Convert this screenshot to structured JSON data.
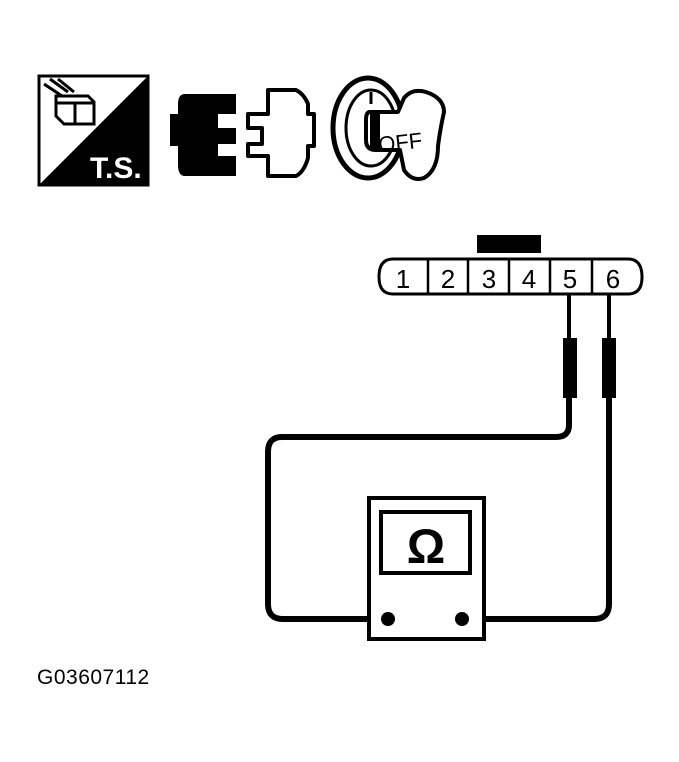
{
  "icons": {
    "trouble_symptom": {
      "name": "trouble-symptom-icon",
      "label": "T.S."
    },
    "connector": {
      "name": "disconnected-connector-icon"
    },
    "ignition": {
      "name": "ignition-key-off-icon",
      "label": "OFF"
    }
  },
  "connector": {
    "terminals": [
      "1",
      "2",
      "3",
      "4",
      "5",
      "6"
    ],
    "probed_terminals": [
      "5",
      "6"
    ]
  },
  "meter": {
    "name": "ohmmeter",
    "symbol": "Ω"
  },
  "figure_id": "G03607112",
  "colors": {
    "line": "#000000",
    "background": "#ffffff"
  }
}
